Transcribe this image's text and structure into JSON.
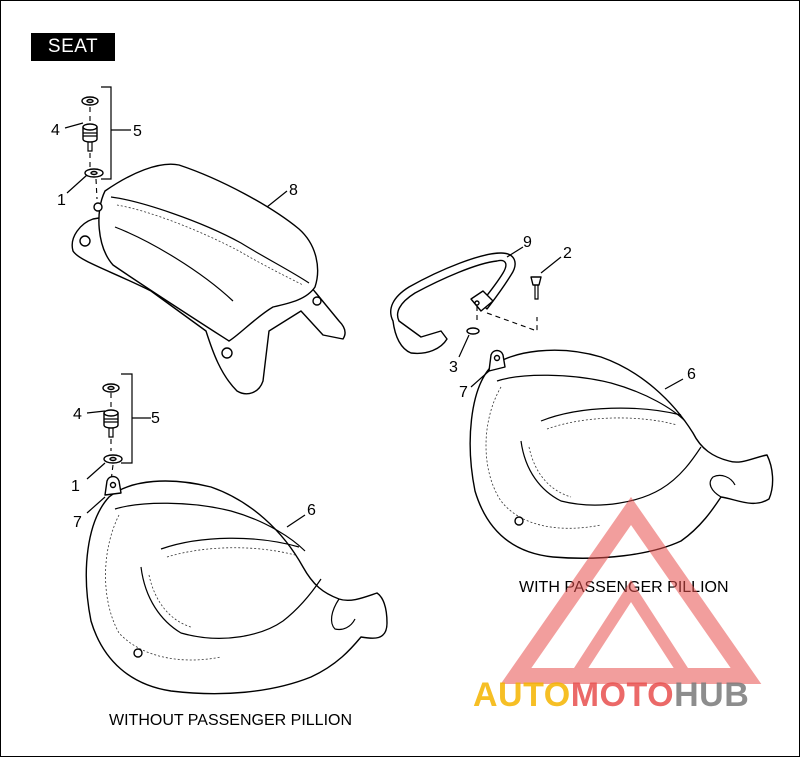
{
  "title": "SEAT",
  "captions": {
    "with_pillion": "WITH PASSENGER PILLION",
    "without_pillion": "WITHOUT PASSENGER PILLION"
  },
  "callouts": {
    "top_4": "4",
    "top_5": "5",
    "top_1": "1",
    "top_8": "8",
    "right_9": "9",
    "right_2": "2",
    "right_3": "3",
    "right_7": "7",
    "right_6": "6",
    "left_4": "4",
    "left_5": "5",
    "left_1": "1",
    "left_7": "7",
    "left_6": "6"
  },
  "watermark": {
    "part1": "AUTO",
    "part2": "MOTO",
    "part3": "HUB",
    "colors": {
      "part1": "#f5b400",
      "part2": "#e8504e",
      "part3": "#7a7a7a",
      "triangle": "#e8504e"
    }
  }
}
